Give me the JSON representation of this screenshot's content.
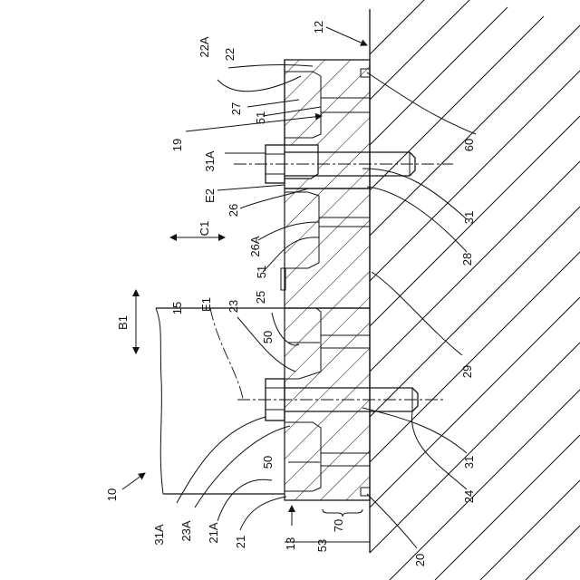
{
  "labels": {
    "l10": "10",
    "l12": "12",
    "l13": "13",
    "l15": "15",
    "l19": "19",
    "l20": "20",
    "l21": "21",
    "l21A": "21A",
    "l22": "22",
    "l22A": "22A",
    "l23": "23",
    "l23A": "23A",
    "l24": "24",
    "l25": "25",
    "l26": "26",
    "l26A": "26A",
    "l27": "27",
    "l28": "28",
    "l29": "29",
    "l31a": "31",
    "l31b": "31",
    "l31A_top": "31A",
    "l31A_bot": "31A",
    "l50a": "50",
    "l50b": "50",
    "l51a": "51",
    "l51b": "51",
    "l53": "53",
    "l60": "60",
    "l70": "70",
    "lB1": "B1",
    "lC1": "C1",
    "lE1": "E1",
    "lE2": "E2"
  }
}
